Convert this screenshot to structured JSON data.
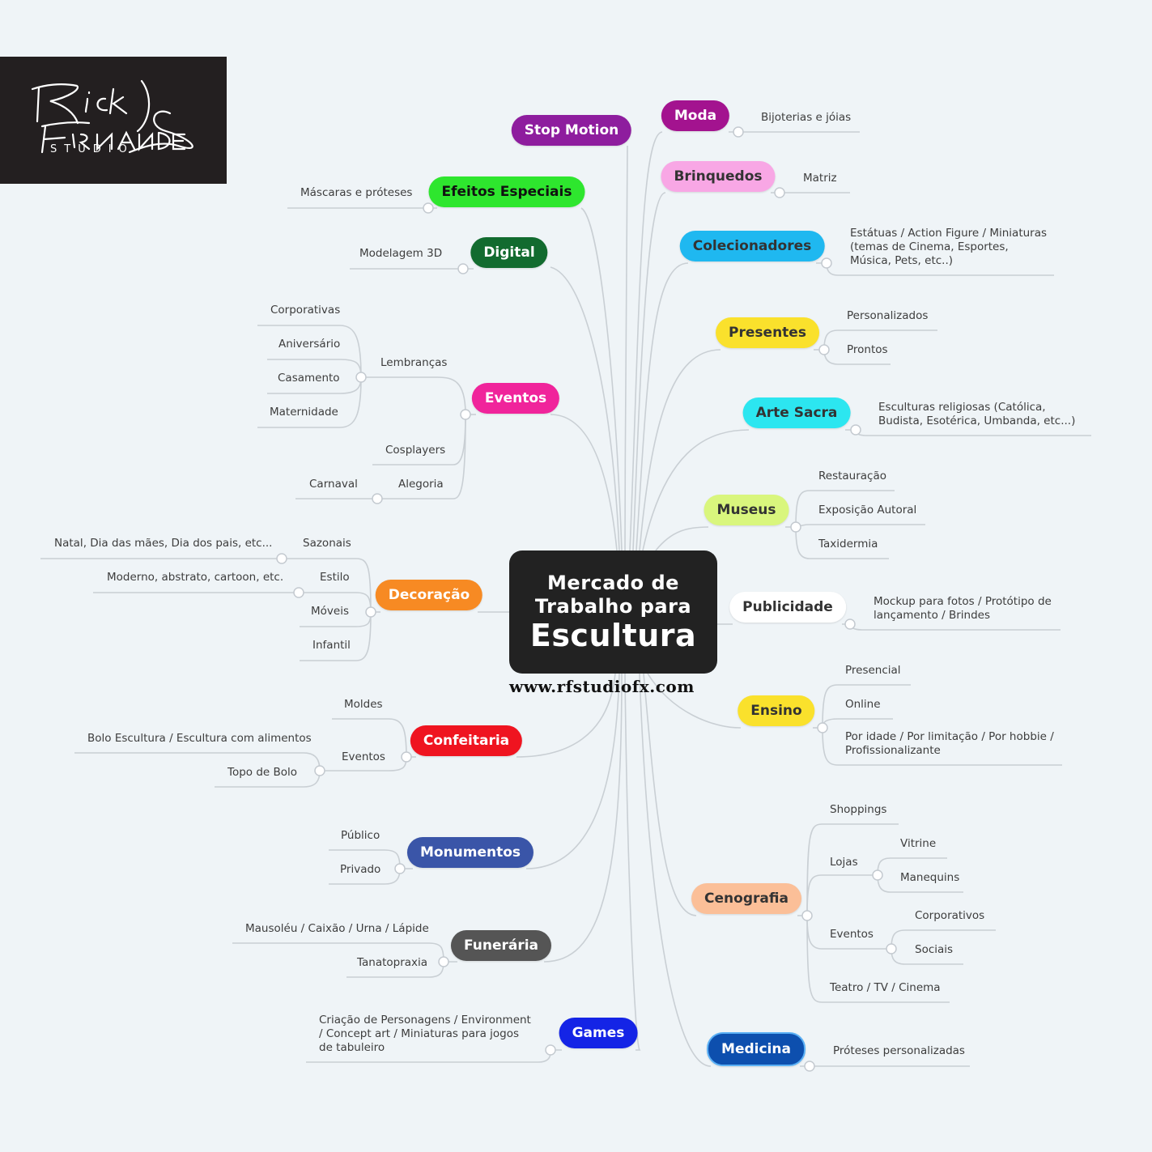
{
  "center": {
    "line1": "Mercado de",
    "line2": "Trabalho para",
    "line3": "Escultura",
    "website": "www.rfstudiofx.com"
  },
  "logo": {
    "script_text": "Rick Fernandes",
    "studio_text": "STUDIO"
  },
  "branches": {
    "stop_motion": {
      "label": "Stop Motion",
      "color": "#8e1d9e"
    },
    "efeitos": {
      "label": "Efeitos Especiais",
      "color": "#2ee62e",
      "items": [
        "Máscaras e próteses"
      ]
    },
    "digital": {
      "label": "Digital",
      "color": "#126b2f",
      "items": [
        "Modelagem 3D"
      ]
    },
    "eventos": {
      "label": "Eventos",
      "color": "#f0249b",
      "lembrancas": "Lembranças",
      "lembrancas_items": [
        "Corporativas",
        "Aniversário",
        "Casamento",
        "Maternidade"
      ],
      "cosplayers": "Cosplayers",
      "alegoria": "Alegoria",
      "carnaval": "Carnaval"
    },
    "decoracao": {
      "label": "Decoração",
      "color": "#f78a23",
      "sazonais": "Sazonais",
      "sazonais_detail": "Natal, Dia das mães, Dia dos pais, etc...",
      "estilo": "Estilo",
      "estilo_detail": "Moderno, abstrato, cartoon, etc.",
      "moveis": "Móveis",
      "infantil": "Infantil"
    },
    "confeitaria": {
      "label": "Confeitaria",
      "color": "#ef1420",
      "moldes": "Moldes",
      "eventos": "Eventos",
      "bolo": "Bolo Escultura / Escultura com alimentos",
      "topo": "Topo de Bolo"
    },
    "monumentos": {
      "label": "Monumentos",
      "color": "#3a55a8",
      "items": [
        "Público",
        "Privado"
      ]
    },
    "funeraria": {
      "label": "Funerária",
      "color": "#555555",
      "items": [
        "Mausoléu / Caixão / Urna / Lápide",
        "Tanatopraxia"
      ]
    },
    "games": {
      "label": "Games",
      "color": "#1424e6",
      "items": [
        "Criação de Personagens / Environment / Concept art / Miniaturas para jogos de tabuleiro"
      ]
    },
    "moda": {
      "label": "Moda",
      "color": "#a3138f",
      "items": [
        "Bijoterias e jóias"
      ]
    },
    "brinquedos": {
      "label": "Brinquedos",
      "color": "#f8a7e5",
      "items": [
        "Matriz"
      ]
    },
    "colecionadores": {
      "label": "Colecionadores",
      "color": "#1fb8f0",
      "items": [
        "Estátuas / Action Figure / Miniaturas (temas de Cinema, Esportes, Música, Pets, etc..)"
      ]
    },
    "presentes": {
      "label": "Presentes",
      "color": "#fae12c",
      "items": [
        "Personalizados",
        "Prontos"
      ]
    },
    "arte_sacra": {
      "label": "Arte Sacra",
      "color": "#2ce6f0",
      "items": [
        "Esculturas religiosas (Católica, Budista, Esotérica, Umbanda, etc...)"
      ]
    },
    "museus": {
      "label": "Museus",
      "color": "#d9f67d",
      "items": [
        "Restauração",
        "Exposição Autoral",
        "Taxidermia"
      ]
    },
    "publicidade": {
      "label": "Publicidade",
      "color": "#ffffff",
      "items": [
        "Mockup para fotos / Protótipo de lançamento / Brindes"
      ]
    },
    "ensino": {
      "label": "Ensino",
      "color": "#fae12c",
      "items": [
        "Presencial",
        "Online",
        "Por idade / Por limitação / Por hobbie / Profissionalizante"
      ]
    },
    "cenografia": {
      "label": "Cenografia",
      "color": "#fbbf98",
      "shoppings": "Shoppings",
      "lojas": "Lojas",
      "vitrine": "Vitrine",
      "manequins": "Manequins",
      "eventos": "Eventos",
      "corporativos": "Corporativos",
      "sociais": "Sociais",
      "teatro": "Teatro / TV / Cinema"
    },
    "medicina": {
      "label": "Medicina",
      "color": "#0d4fae",
      "items": [
        "Próteses personalizadas"
      ]
    }
  }
}
